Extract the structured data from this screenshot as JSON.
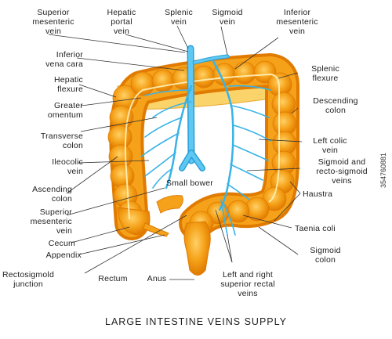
{
  "title": "LARGE INTESTINE VEINS SUPPLY",
  "watermark": "354760881",
  "colors": {
    "intestine": "#f5a21a",
    "intestine_dark": "#e07a00",
    "vein": "#39b3e6",
    "vein_dark": "#1f8fc4",
    "omentum": "#fbd36b",
    "leader": "#333333"
  },
  "labels": {
    "superior_mesenteric_vein": "Superior\nmesenteric\nvein",
    "hepatic_portal_vein": "Hepatic\nportal\nvein",
    "splenic_vein": "Splenic\nvein",
    "sigmoid_vein": "Sigmoid\nvein",
    "inferior_mesenteric_vein": "Inferior\nmesenteric\nvein",
    "inferior_vena_cava": "Inferior\nvena cara",
    "hepatic_flexure": "Hepatic\nflexure",
    "greater_omentum": "Greater\nomentum",
    "transverse_colon": "Transverse\ncolon",
    "ileocolic_vein": "Ileocolic\nvein",
    "ascending_colon": "Ascending\ncolon",
    "superior_mesenteric_vein_lower": "Superior\nmesenteric\nvein",
    "cecum": "Cecum",
    "appendix": "Appendix",
    "rectosigmoid_junction": "Rectosigmold\njunction",
    "rectum": "Rectum",
    "anus": "Anus",
    "small_bowel": "Small bower",
    "left_right_superior_rectal_veins": "Left and right\nsuperior rectal\nveins",
    "splenic_flexure": "Splenic\nflexure",
    "descending_colon": "Descending\ncolon",
    "left_colic_vein": "Left colic\nvein",
    "sigmoid_rectosigmoid_veins": "Sigmoid and\nrecto-sigmoid\nveins",
    "haustra": "Haustra",
    "taenia_coli": "Taenia coli",
    "sigmoid_colon": "Sigmoid\ncolon"
  }
}
